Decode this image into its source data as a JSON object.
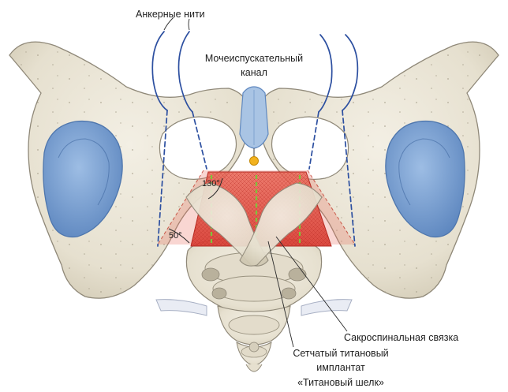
{
  "labels": {
    "anchor_threads": "Анкерные нити",
    "urethra_line1": "Мочеиспускательный",
    "urethra_line2": "канал",
    "sacrospinous": "Сакроспинальная связка",
    "implant_line1": "Сетчатый титановый",
    "implant_line2": "имплантат",
    "implant_line3": "«Титановый шелк»",
    "angle_upper": "130°",
    "angle_lower": "50°"
  },
  "colors": {
    "bone": "#e9e4d6",
    "bone_shadow": "#cfc8b4",
    "outline": "#8f8878",
    "acetabulum": "#7ea6d6",
    "cartilage": "#a9c4e4",
    "mesh": "#e0483c",
    "thread": "#2c4fa0",
    "green_dash": "#7ec43a",
    "marker": "#f2b21e"
  }
}
